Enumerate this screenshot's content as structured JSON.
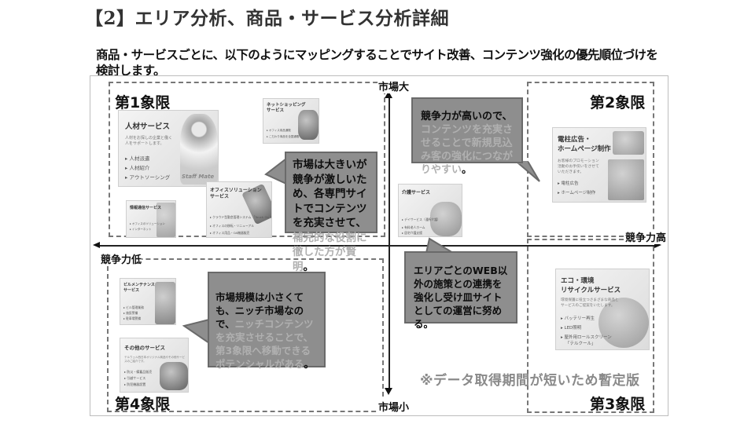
{
  "header": {
    "title": "【2】エリア分析、商品・サービス分析詳細",
    "subtitle": "商品・サービスごとに、以下のようにマッピングすることでサイト改善、コンテンツ強化の優先順位づけを検討します。"
  },
  "axes": {
    "y_top": "市場大",
    "y_bottom": "市場小",
    "x_left": "競争力低",
    "x_right": "競争力高"
  },
  "quadrants": {
    "q1": "第1象限",
    "q2": "第2象限",
    "q3": "第3象限",
    "q4": "第4象限"
  },
  "callouts": {
    "q1": {
      "dark": "市場は大きいが競争が激しいため、各専門サイトでコンテンツを充実させて、",
      "light": "補完的な役割に徹した方が賢明",
      "end": "。"
    },
    "q2": {
      "dark": "競争力が高いので、",
      "light": "コンテンツを充実させることで新規見込み客の強化につながりやすい",
      "end": "。"
    },
    "q4": {
      "dark": "市場規模は小さくても、ニッチ市場なので、",
      "light": "ニッチコンテンツを充実させることで、第3象限へ移動できるポテンシャルがある",
      "end": "。"
    },
    "center": {
      "dark": "エリアごとのWEB以外の施策との連携を強化し受け皿サイトとしての運営に努める。"
    }
  },
  "cards": {
    "jinzai": {
      "title": "人材サービス",
      "desc1": "人材をお探しの企業と働く",
      "desc2": "人をサポートします。",
      "items": [
        "人材派遣",
        "人材紹介",
        "アウトソーシング"
      ],
      "badge": "Staff Mate"
    },
    "netshop": {
      "title1": "ネットショッピング",
      "title2": "サービス",
      "items": [
        "オフィス用品通販",
        "こだわり商品を全国通販"
      ]
    },
    "jouhou": {
      "title": "情報通信サービス",
      "items": [
        "オフィスのソリューション",
        "インターネット"
      ]
    },
    "office": {
      "title1": "オフィスソリューション",
      "title2": "サービス",
      "items": [
        "クラウド型勤怠管理システム 「Touch On Time」",
        "オフィスの移転・リニューアル",
        "オフィス用品・OA機器販売"
      ]
    },
    "denchu": {
      "title1": "電柱広告・",
      "title2": "ホームページ制作",
      "desc1": "お客様のプロモーション",
      "desc2": "活動のお手伝いをさせて",
      "desc3": "いただきます。",
      "items": [
        "電柱広告",
        "ホームページ制作"
      ]
    },
    "kaigo": {
      "title": "介護サービス",
      "items": [
        "デイサービス（通所介護）",
        "有料老人ホーム",
        "居宅介護支援"
      ]
    },
    "biru": {
      "title1": "ビルメンテナンス",
      "title2": "サービス",
      "items": [
        "ビル管理業務",
        "施設警備",
        "駐車場警備"
      ]
    },
    "sonota": {
      "title": "その他のサービス",
      "desc": "テルウェル西日本オリジナル商品やその他サービスのご紹介です。",
      "items": [
        "防災・備蓄品販売",
        "引越サービス",
        "防犯機器設置"
      ]
    },
    "eco": {
      "title1": "エコ・環境",
      "title2": "リサイクルサービス",
      "desc1": "環境保護に役立つさまざまな商品と",
      "desc2": "サービスのご提案をいたします。",
      "items": [
        "バッテリー再生",
        "LED照明",
        "屋外用ロールスクリーン",
        "「テルクール」"
      ]
    }
  },
  "footer_note": "※データ取得期間が短いため暫定版"
}
